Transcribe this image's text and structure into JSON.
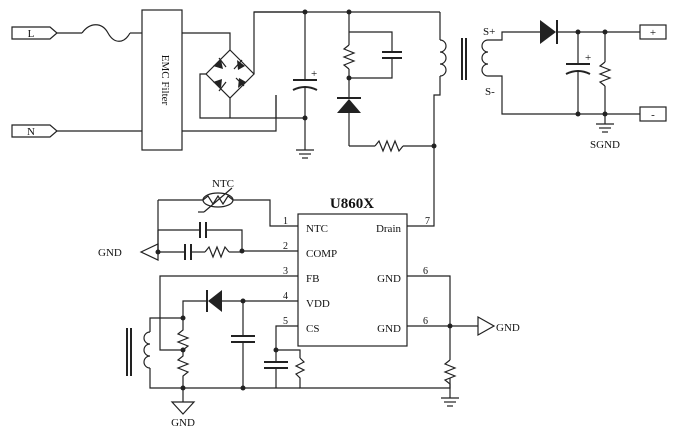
{
  "labels": {
    "input_L": "L",
    "input_N": "N",
    "emc_filter": "EMC Filter",
    "out_plus": "+",
    "out_minus": "-",
    "s_plus": "S+",
    "s_minus": "S-",
    "sgnd": "SGND",
    "ntc_label": "NTC",
    "gnd_left": "GND",
    "gnd_right": "GND",
    "gnd_bottom": "GND"
  },
  "ic": {
    "name": "U860X",
    "pins": [
      {
        "num": "1",
        "name": "NTC"
      },
      {
        "num": "2",
        "name": "COMP"
      },
      {
        "num": "3",
        "name": "FB"
      },
      {
        "num": "4",
        "name": "VDD"
      },
      {
        "num": "5",
        "name": "CS"
      },
      {
        "num": "6",
        "name": "GND"
      },
      {
        "num": "6",
        "name": "GND"
      },
      {
        "num": "7",
        "name": "Drain"
      }
    ]
  }
}
